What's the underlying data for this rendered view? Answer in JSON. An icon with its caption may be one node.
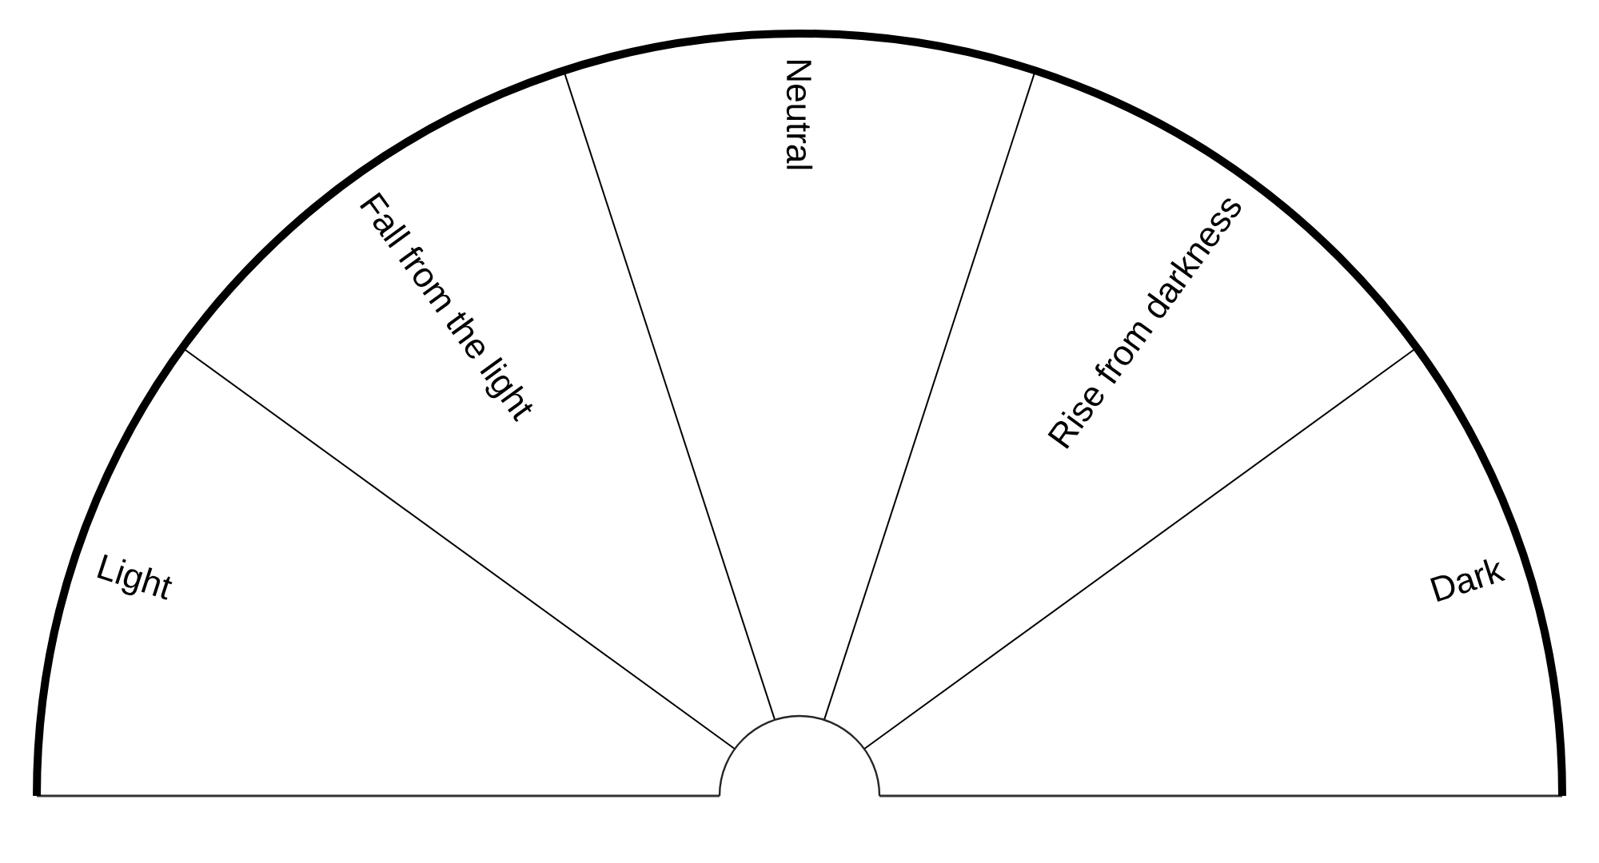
{
  "diagram": {
    "nodes": [
      {
        "text": [
          "Light"
        ]
      },
      {
        "text": [
          "Fall from the light"
        ]
      },
      {
        "text": [
          "Neutral"
        ]
      },
      {
        "text": [
          "Rise from darkness"
        ]
      },
      {
        "text": [
          "Dark"
        ]
      }
    ]
  }
}
